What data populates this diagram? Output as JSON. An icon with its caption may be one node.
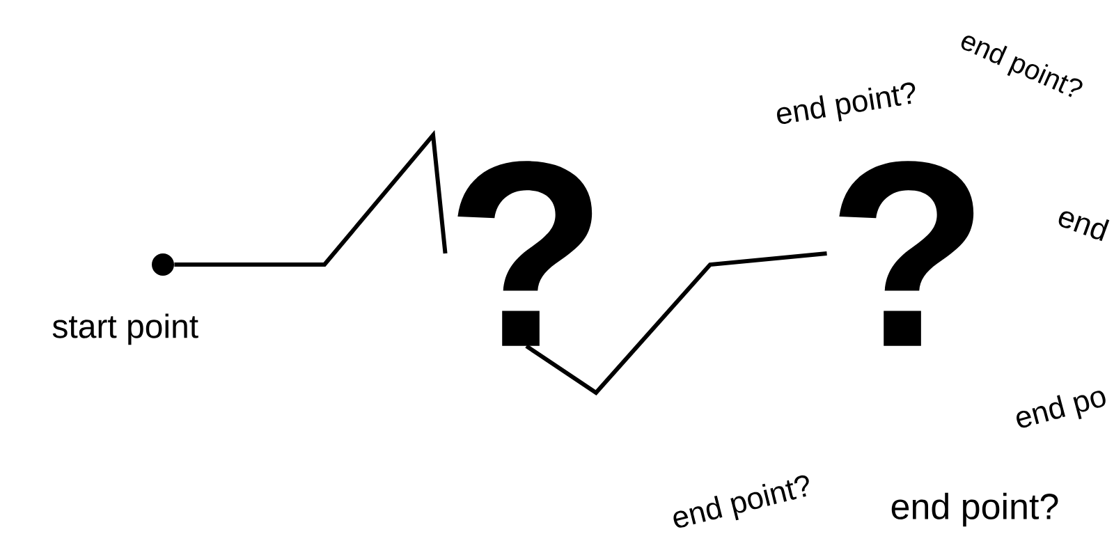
{
  "diagram": {
    "nodes": [
      {
        "text": [],
        "shape": "circle",
        "beside": [
          "start point"
        ]
      },
      {
        "text": [
          "?"
        ]
      },
      {
        "text": [
          "?"
        ]
      }
    ],
    "edges": [
      {
        "from": 0,
        "to": 1,
        "arrow": "none"
      },
      {
        "from": 1,
        "to": 2,
        "arrow": "none"
      }
    ],
    "labels": [
      "end point?",
      "end point?",
      "end",
      "end po",
      "end point?",
      "end point?"
    ]
  }
}
